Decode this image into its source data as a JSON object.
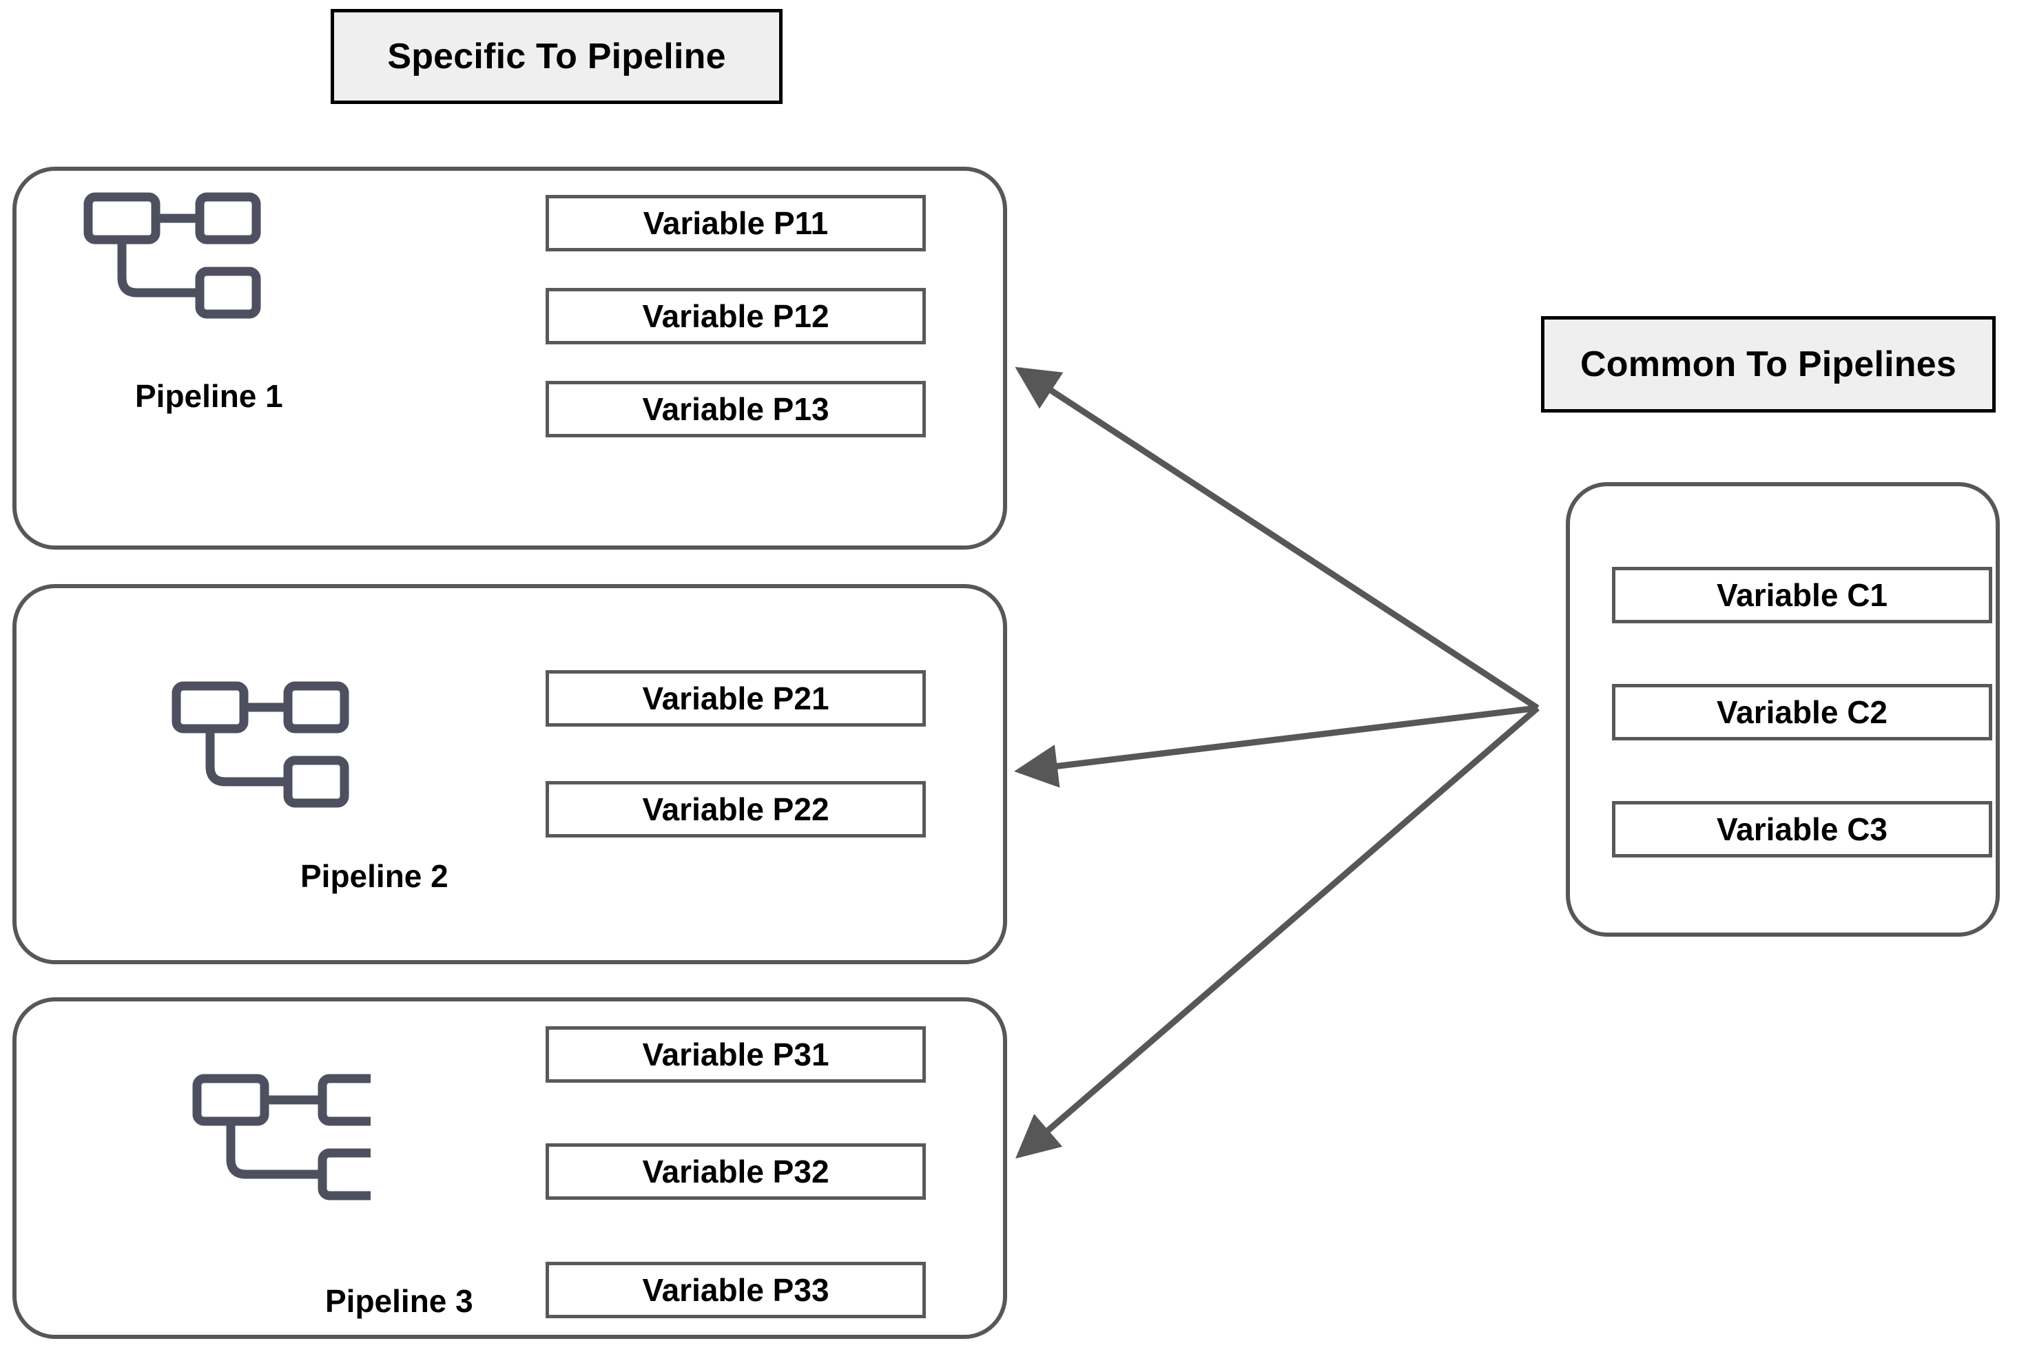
{
  "headers": {
    "specific": "Specific To Pipeline",
    "common": "Common To Pipelines"
  },
  "colors": {
    "header_fill": "#efefef",
    "header_border": "#000000",
    "card_border": "#575757",
    "variable_border": "#595959",
    "icon_stroke": "#4e5060",
    "arrow": "#575757",
    "text": "#000000",
    "background": "#ffffff"
  },
  "pipelines": [
    {
      "label": "Pipeline 1",
      "icon": "pipeline-hierarchy-icon",
      "variables": [
        "Variable P11",
        "Variable P12",
        "Variable P13"
      ]
    },
    {
      "label": "Pipeline 2",
      "icon": "pipeline-hierarchy-icon",
      "variables": [
        "Variable P21",
        "Variable P22"
      ]
    },
    {
      "label": "Pipeline 3",
      "icon": "pipeline-hierarchy-icon",
      "variables": [
        "Variable P31",
        "Variable P32",
        "Variable P33"
      ]
    }
  ],
  "common_variables": [
    "Variable C1",
    "Variable C2",
    "Variable C3"
  ],
  "arrows": [
    {
      "name": "arrow-common-to-pipeline-1",
      "from": "common-panel",
      "to": "pipeline-card-1",
      "direction": "left"
    },
    {
      "name": "arrow-common-to-pipeline-2",
      "from": "common-panel",
      "to": "pipeline-card-2",
      "direction": "left"
    },
    {
      "name": "arrow-common-to-pipeline-3",
      "from": "common-panel",
      "to": "pipeline-card-3",
      "direction": "left"
    }
  ]
}
